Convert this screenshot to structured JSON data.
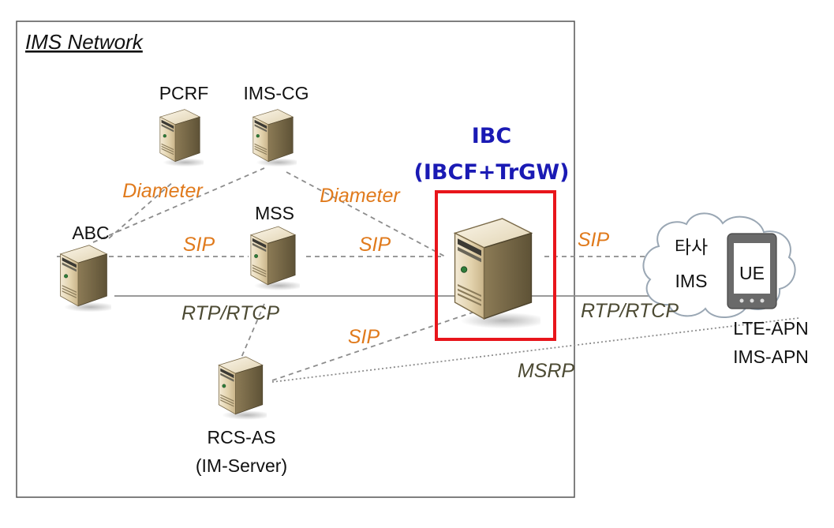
{
  "diagram": {
    "region_title": "IMS Network",
    "nodes": {
      "pcrf": "PCRF",
      "ims_cg": "IMS-CG",
      "abc": "ABC",
      "mss": "MSS",
      "rcs_as_line1": "RCS-AS",
      "rcs_as_line2": "(IM-Server)",
      "ibc_line1": "IBC",
      "ibc_line2": "(IBCF+TrGW)",
      "cloud_line1": "타사",
      "cloud_line2": "IMS",
      "ue": "UE",
      "apn_line1": "LTE-APN",
      "apn_line2": "IMS-APN"
    },
    "edge_labels": {
      "diameter_left": "Diameter",
      "diameter_right": "Diameter",
      "sip_abc_mss": "SIP",
      "sip_mss_ibc": "SIP",
      "sip_ibc_cloud": "SIP",
      "sip_rcs_ibc": "SIP",
      "rtp_left": "RTP/RTCP",
      "rtp_right": "RTP/RTCP",
      "msrp": "MSRP"
    },
    "colors": {
      "highlight": "#e8151b",
      "ibc_title": "#1a1ab4",
      "protocol_label": "#e07a1c",
      "media_label": "#4c4a33"
    }
  }
}
